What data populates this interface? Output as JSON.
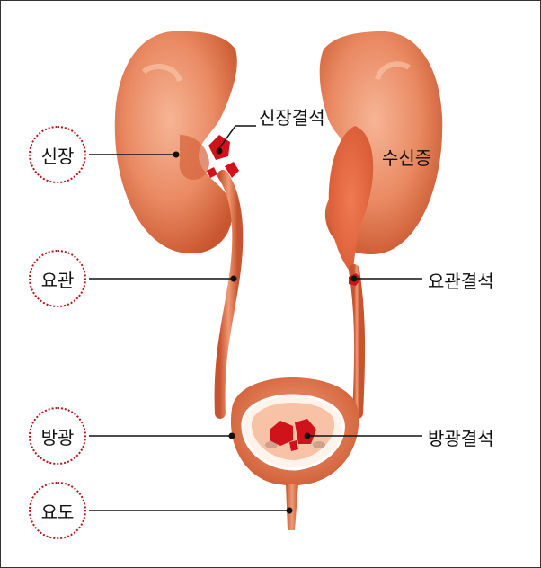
{
  "diagram": {
    "left_labels": {
      "kidney": "신장",
      "ureter": "요관",
      "bladder": "방광",
      "urethra": "요도"
    },
    "right_labels": {
      "kidney_stone": "신장결석",
      "hydronephrosis": "수신증",
      "ureter_stone": "요관결석",
      "bladder_stone": "방광결석"
    },
    "colors": {
      "organ": "#e9825c",
      "organ_dark": "#c4522e",
      "stone": "#d0121a",
      "circle_border": "#b8141a"
    }
  }
}
